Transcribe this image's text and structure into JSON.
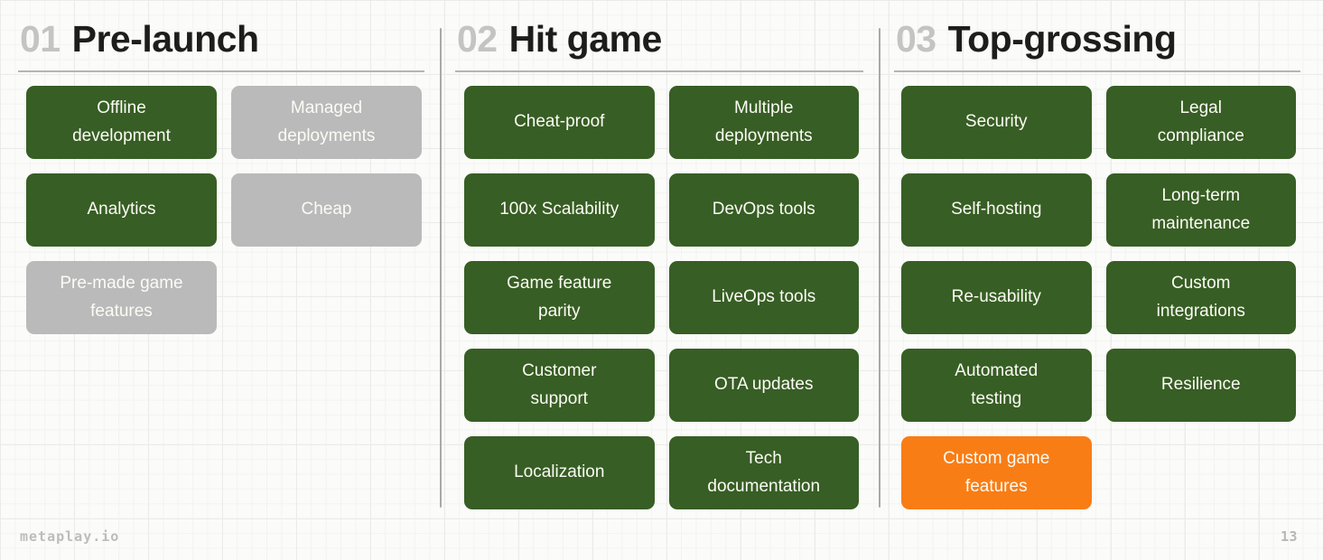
{
  "colors": {
    "green": "#375e24",
    "gray": "#bababa",
    "orange": "#f97d15"
  },
  "columns": [
    {
      "number": "01",
      "title": "Pre-launch",
      "pills": [
        {
          "label": "Offline\ndevelopment",
          "variant": "green"
        },
        {
          "label": "Managed\ndeployments",
          "variant": "gray"
        },
        {
          "label": "Analytics",
          "variant": "green"
        },
        {
          "label": "Cheap",
          "variant": "gray"
        },
        {
          "label": "Pre-made game\nfeatures",
          "variant": "gray"
        }
      ]
    },
    {
      "number": "02",
      "title": "Hit game",
      "pills": [
        {
          "label": "Cheat-proof",
          "variant": "green"
        },
        {
          "label": "Multiple\ndeployments",
          "variant": "green"
        },
        {
          "label": "100x Scalability",
          "variant": "green"
        },
        {
          "label": "DevOps tools",
          "variant": "green"
        },
        {
          "label": "Game feature\nparity",
          "variant": "green"
        },
        {
          "label": "LiveOps tools",
          "variant": "green"
        },
        {
          "label": "Customer\nsupport",
          "variant": "green"
        },
        {
          "label": "OTA updates",
          "variant": "green"
        },
        {
          "label": "Localization",
          "variant": "green"
        },
        {
          "label": "Tech\ndocumentation",
          "variant": "green"
        }
      ]
    },
    {
      "number": "03",
      "title": "Top-grossing",
      "pills": [
        {
          "label": "Security",
          "variant": "green"
        },
        {
          "label": "Legal\ncompliance",
          "variant": "green"
        },
        {
          "label": "Self-hosting",
          "variant": "green"
        },
        {
          "label": "Long-term\nmaintenance",
          "variant": "green"
        },
        {
          "label": "Re-usability",
          "variant": "green"
        },
        {
          "label": "Custom\nintegrations",
          "variant": "green"
        },
        {
          "label": "Automated\ntesting",
          "variant": "green"
        },
        {
          "label": "Resilience",
          "variant": "green"
        },
        {
          "label": "Custom game\nfeatures",
          "variant": "orange"
        }
      ]
    }
  ],
  "footer": {
    "brand": "metaplay.io",
    "page_number": "13"
  }
}
